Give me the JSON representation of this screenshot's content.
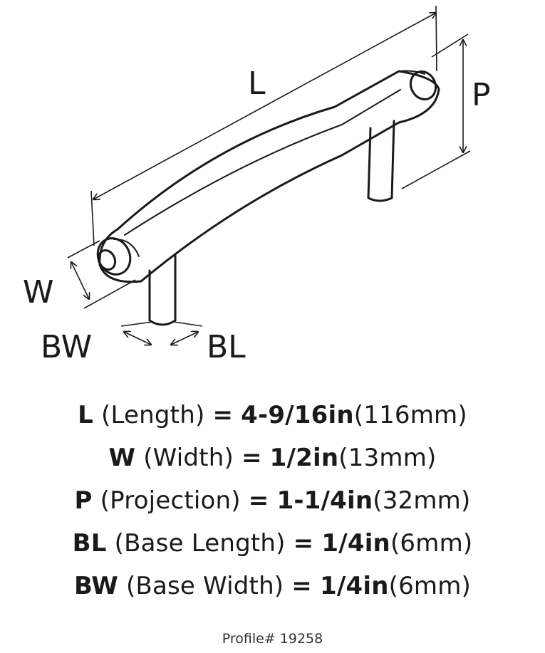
{
  "diagram": {
    "labels": {
      "L": "L",
      "P": "P",
      "W": "W",
      "BW": "BW",
      "BL": "BL"
    }
  },
  "specs": [
    {
      "abbr": "L",
      "name": "(Length)",
      "eq": "=",
      "imperial": "4-9/16in",
      "metric": "(116mm)"
    },
    {
      "abbr": "W",
      "name": "(Width)",
      "eq": "=",
      "imperial": "1/2in",
      "metric": "(13mm)"
    },
    {
      "abbr": "P",
      "name": "(Projection)",
      "eq": "=",
      "imperial": "1-1/4in",
      "metric": "(32mm)"
    },
    {
      "abbr": "BL",
      "name": "(Base Length)",
      "eq": "=",
      "imperial": "1/4in",
      "metric": "(6mm)"
    },
    {
      "abbr": "BW",
      "name": "(Base Width)",
      "eq": "=",
      "imperial": "1/4in",
      "metric": "(6mm)"
    }
  ],
  "profile": "Profile# 19258"
}
